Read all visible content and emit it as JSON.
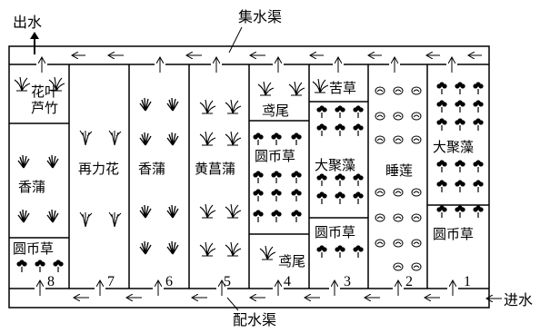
{
  "labels": {
    "outlet": "出水",
    "inlet": "进水",
    "collect_channel": "集水渠",
    "distribution_channel": "配水渠"
  },
  "cells": {
    "c8_top": "花叶\n芦竹",
    "c8_mid": "香蒲",
    "c8_bot": "圆币草",
    "c7": "再力花",
    "c6": "香蒲",
    "c5": "黄菖蒲",
    "c4_top": "鸢尾",
    "c4_mid": "圆币草",
    "c4_bot": "鸢尾",
    "c3_top": "苦草",
    "c3_mid": "大聚藻",
    "c3_bot": "圆币草",
    "c2": "睡莲",
    "c1_top": "大聚藻",
    "c1_bot": "圆币草"
  },
  "numbers": [
    "8",
    "7",
    "6",
    "5",
    "4",
    "3",
    "2",
    "1"
  ]
}
